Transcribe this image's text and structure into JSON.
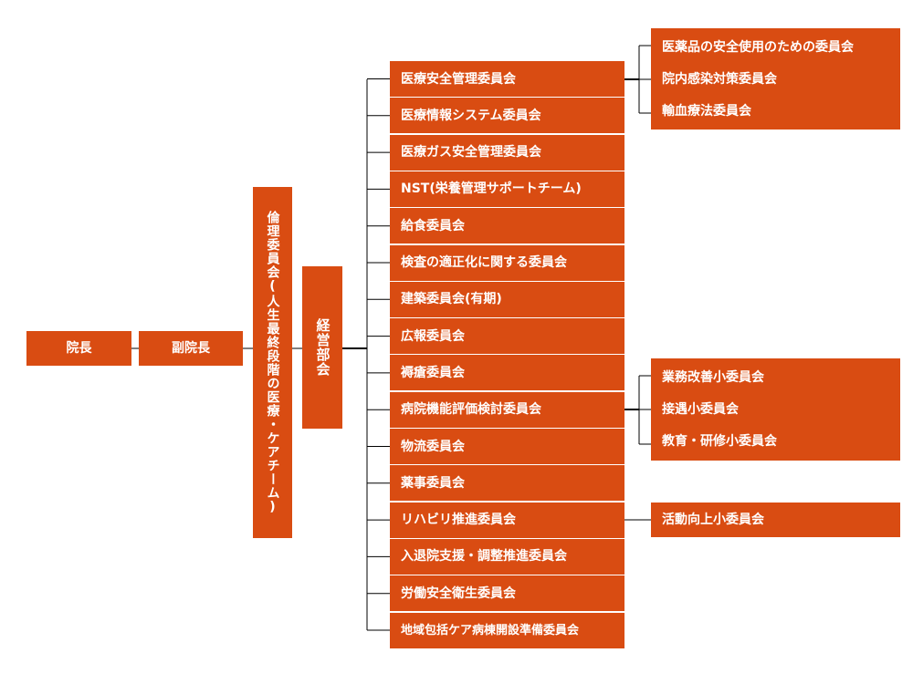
{
  "colors": {
    "box": "#d94c12",
    "text": "#ffffff",
    "line": "#000000"
  },
  "director": "院長",
  "vice_director": "副院長",
  "ethics_committee": "倫理委員会(人生最終段階の医療・ケアチーム)",
  "management": "経営部会",
  "committees": [
    "医療安全管理委員会",
    "医療情報システム委員会",
    "医療ガス安全管理委員会",
    "NST(栄養管理サポートチーム)",
    "給食委員会",
    "検査の適正化に関する委員会",
    "建築委員会(有期)",
    "広報委員会",
    "褥瘡委員会",
    "病院機能評価検討委員会",
    "物流委員会",
    "薬事委員会",
    "リハビリ推進委員会",
    "入退院支援・調整推進委員会",
    "労働安全衛生委員会",
    "地域包括ケア病棟開設準備委員会"
  ],
  "sub_safety": [
    "医薬品の安全使用のための委員会",
    "院内感染対策委員会",
    "輸血療法委員会"
  ],
  "sub_evaluation": [
    "業務改善小委員会",
    "接遇小委員会",
    "教育・研修小委員会"
  ],
  "sub_rehab": [
    "活動向上小委員会"
  ]
}
